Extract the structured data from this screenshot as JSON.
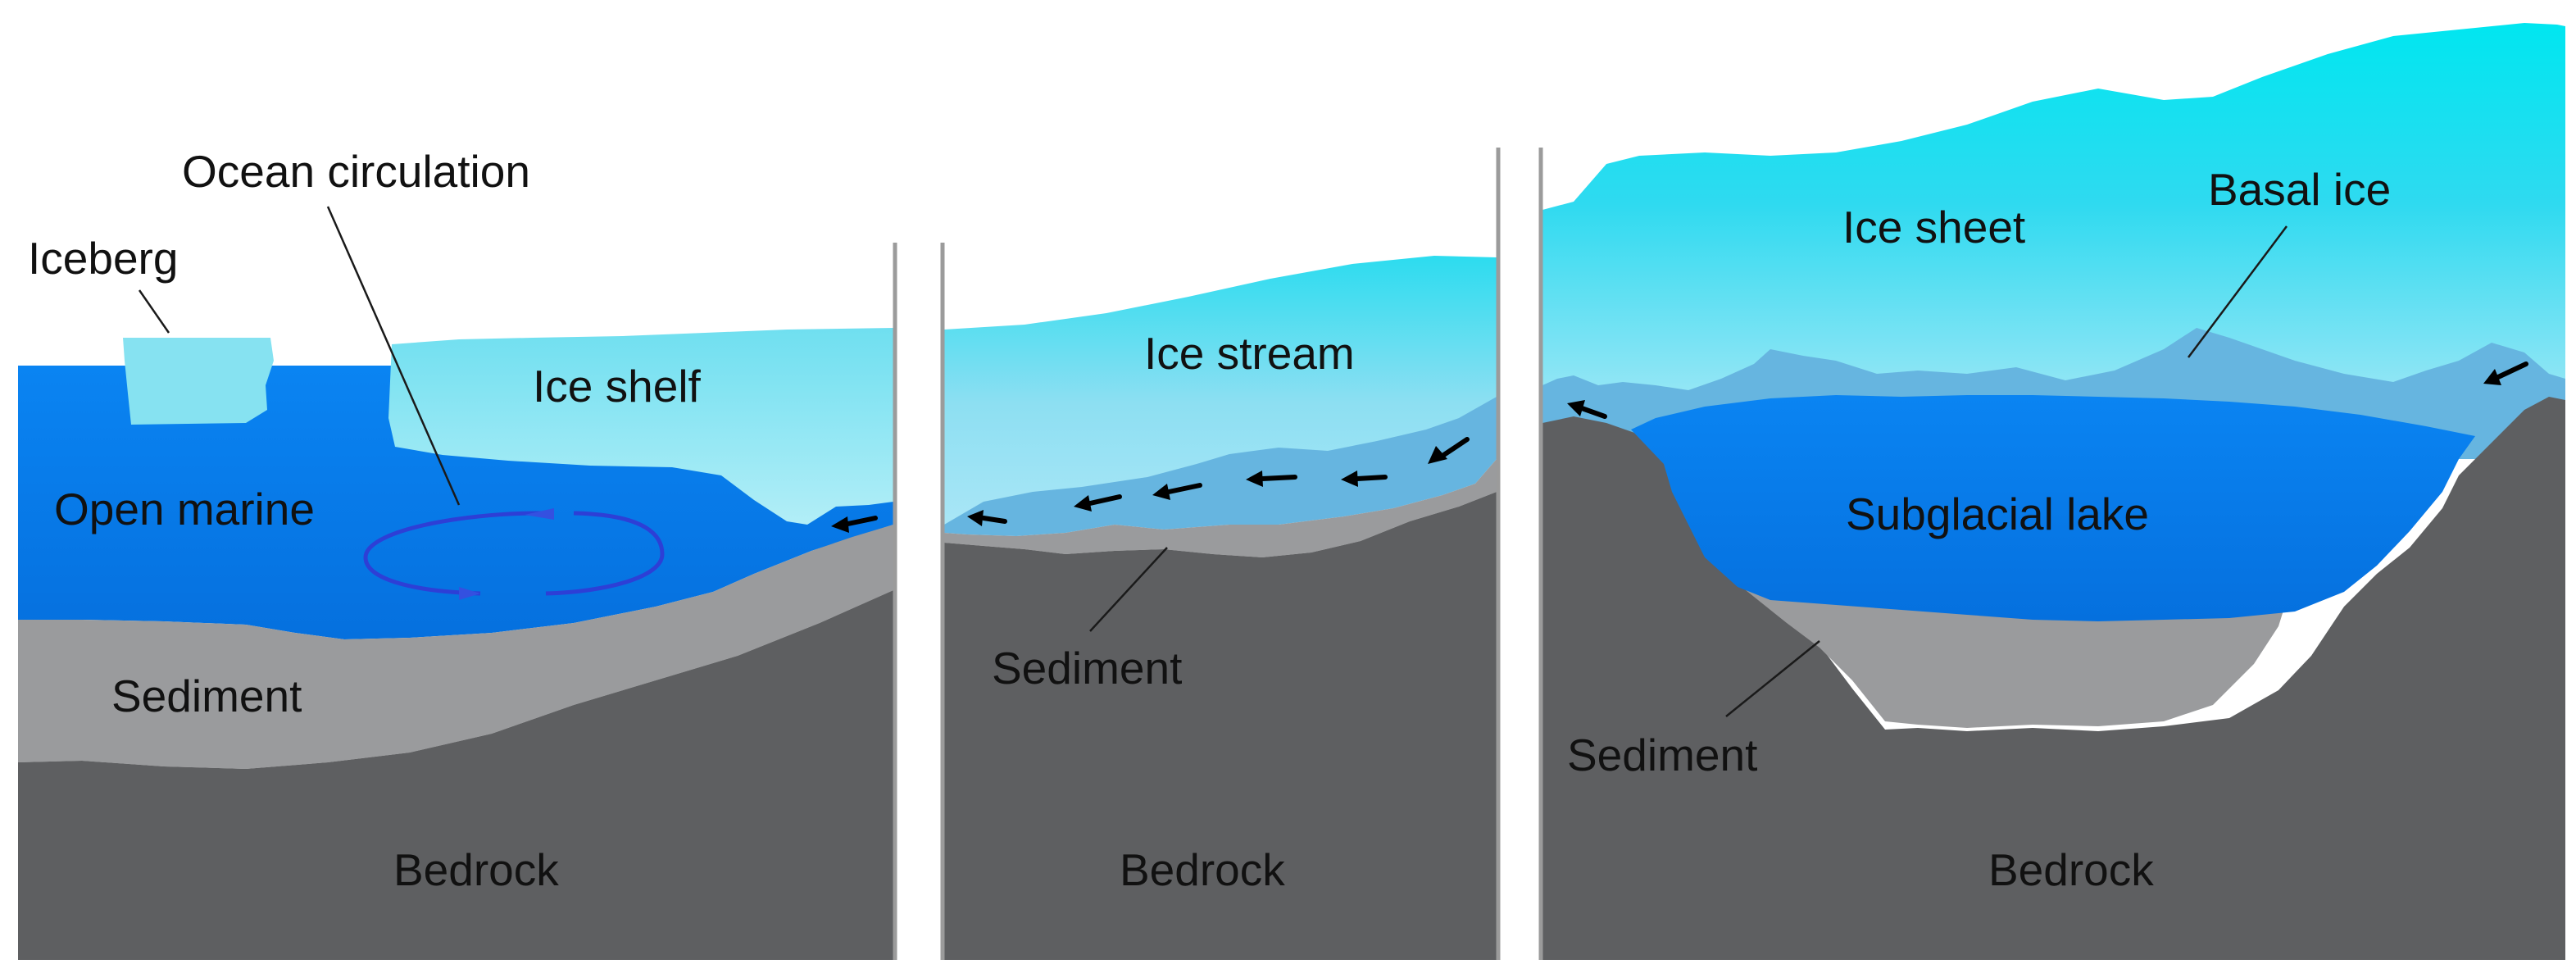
{
  "colors": {
    "ice_light": "#8fe6f3",
    "ice_cyan": "#00e4ef",
    "basal_ice": "#66b5e0",
    "water": "#0a7ff0",
    "water_deep": "#056cdc",
    "sediment": "#9a9b9d",
    "bedrock": "#5e5f61",
    "divider": "#9b9b9b"
  },
  "panels": {
    "ice_shelf": {
      "labels": {
        "ocean_circulation": "Ocean circulation",
        "iceberg": "Iceberg",
        "ice_shelf": "Ice shelf",
        "open_marine": "Open marine",
        "sediment": "Sediment",
        "bedrock": "Bedrock"
      }
    },
    "ice_stream": {
      "labels": {
        "ice_stream": "Ice stream",
        "sediment": "Sediment",
        "bedrock": "Bedrock"
      }
    },
    "ice_sheet": {
      "labels": {
        "ice_sheet": "Ice sheet",
        "basal_ice": "Basal ice",
        "subglacial_lake": "Subglacial lake",
        "sediment": "Sediment",
        "bedrock": "Bedrock"
      }
    }
  }
}
